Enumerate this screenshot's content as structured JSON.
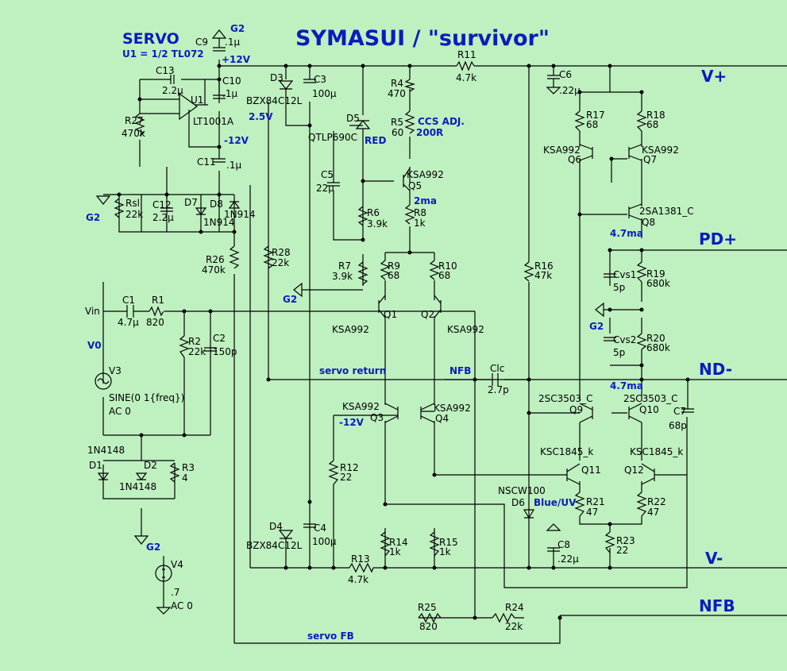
{
  "title": "SYMASUI / \"survivor\"",
  "servo_heading": "SERVO",
  "servo_sub": "U1 = 1/2 TL072",
  "rails": {
    "vplus": "V+",
    "pdplus": "PD+",
    "ndminus": "ND-",
    "vminus": "V-",
    "nfb": "NFB"
  },
  "ref": {
    "c9": "C9",
    "c9v": ".1µ",
    "g2top": "G2",
    "p12": "+12V",
    "m12": "-12V",
    "m12b": "-12V",
    "c13": "C13",
    "c13v": "2.2µ",
    "u1": "U1",
    "u1part": "LT1001A",
    "c10": "C10",
    "c10v": ".1µ",
    "r27": "R27",
    "r27v": "470k",
    "c11": "C11",
    "c11v": ".1µ",
    "rsl": "Rsl",
    "rslv": "22k",
    "c12": "C12",
    "c12v": "2.2µ",
    "d7": "D7",
    "d8": "D8",
    "d7p": "1N914",
    "d8p": "1N914",
    "g2a": "G2",
    "d3": "D3",
    "d3p": "BZX84C12L",
    "v25": "2.5V",
    "c3": "C3",
    "c3v": "100µ",
    "d5": "D5",
    "d5p": "QTLP690C",
    "red": "RED",
    "c5": "C5",
    "c5v": "22µ",
    "r4": "R4",
    "r4v": "470",
    "r5": "R5",
    "r5v": "60",
    "ccs": "CCS ADJ.",
    "ccsr": "200R",
    "r11": "R11",
    "r11v": "4.7k",
    "c6": "C6",
    "c6v": ".22µ",
    "q5": "Q5",
    "q5p": "KSA992",
    "r6": "R6",
    "r6v": "3.9k",
    "r8": "R8",
    "r8v": "1k",
    "ma2": "2ma",
    "r28": "R28",
    "r28v": "22k",
    "r26": "R26",
    "r26v": "470k",
    "g2b": "G2",
    "r7": "R7",
    "r7v": "3.9k",
    "r9": "R9",
    "r9v": "68",
    "r10": "R10",
    "r10v": "68",
    "r17": "R17",
    "r17v": "68",
    "r18": "R18",
    "r18v": "68",
    "q6": "Q6",
    "q6p": "KSA992",
    "q7": "Q7",
    "q7p": "KSA992",
    "q8": "Q8",
    "q8p": "2SA1381_C",
    "ma47a": "4.7ma",
    "ma47b": "4.7ma",
    "r16": "R16",
    "r16v": "47k",
    "cvs1": "Cvs1",
    "cvs1v": "5p",
    "r19": "R19",
    "r19v": "680k",
    "g2c": "G2",
    "cvs2": "Cvs2",
    "cvs2v": "5p",
    "r20": "R20",
    "r20v": "680k",
    "vin": "Vin",
    "c1": "C1",
    "c1v": "4.7µ",
    "r1": "R1",
    "r1v": "820",
    "q1": "Q1",
    "q1p": "KSA992",
    "q2": "Q2",
    "q2p": "KSA992",
    "v0": "V0",
    "r2": "R2",
    "r2v": "22k",
    "c2": "C2",
    "c2v": "150p",
    "v3": "V3",
    "v3f": "SINE(0 1{freq})",
    "v3ac": "AC 0",
    "sr": "servo return",
    "nfbl": "NFB",
    "clc": "Clc",
    "clcv": "2.7p",
    "q3": "Q3",
    "q3p": "KSA992",
    "q4": "Q4",
    "q4p": "KSA992",
    "q9": "Q9",
    "q9p": "2SC3503_C",
    "q10": "Q10",
    "q10p": "2SC3503_C",
    "c7": "C7",
    "c7v": "68p",
    "d1": "D1",
    "d1p": "1N4148",
    "d2": "D2",
    "d2p": "1N4148",
    "r3": "R3",
    "r3v": "4",
    "r12": "R12",
    "r12v": "22",
    "q11": "Q11",
    "q11p": "KSC1845_k",
    "q12": "Q12",
    "q12p": "KSC1845_k",
    "d6": "D6",
    "d6p": "NSCW100",
    "blue": "Blue/UV",
    "r21": "R21",
    "r21v": "47",
    "r22": "R22",
    "r22v": "47",
    "d4": "D4",
    "d4p": "BZX84C12L",
    "c4": "C4",
    "c4v": "100µ",
    "g2d": "G2",
    "r14": "R14",
    "r14v": "1k",
    "r15": "R15",
    "r15v": "1k",
    "c8": "C8",
    "c8v": ".22µ",
    "r23": "R23",
    "r23v": "22",
    "v4": "V4",
    "v4v": ".7",
    "v4ac": "AC 0",
    "r13": "R13",
    "r13v": "4.7k",
    "r25": "R25",
    "r25v": "820",
    "r24": "R24",
    "r24v": "22k",
    "sfb": "servo FB"
  }
}
